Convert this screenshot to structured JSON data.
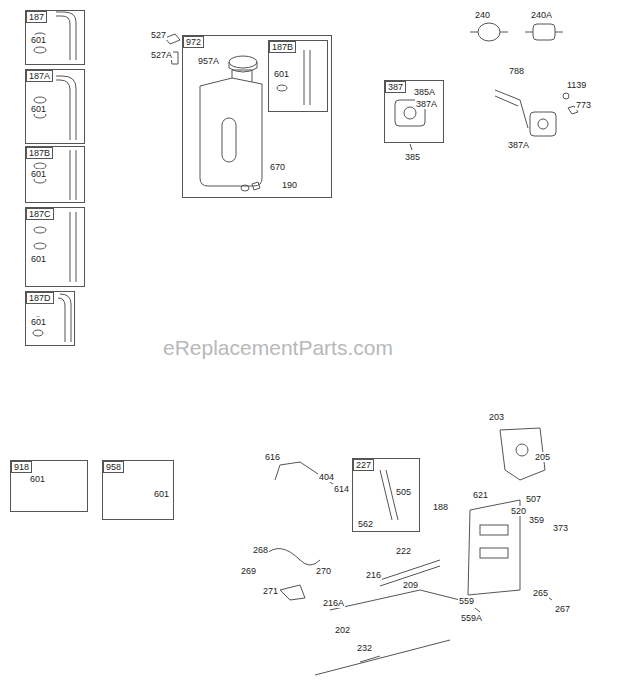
{
  "diagram": {
    "nodes": [
      {
        "text": [
          "187",
          "601"
        ]
      },
      {
        "text": [
          "187A",
          "601"
        ]
      },
      {
        "text": [
          "187B",
          "601"
        ]
      },
      {
        "text": [
          "187C",
          "601"
        ]
      },
      {
        "text": [
          "187D",
          "601"
        ]
      },
      {
        "text": [
          "972",
          "957A",
          "670",
          "190"
        ]
      },
      {
        "text": [
          "187B",
          "601"
        ],
        "in": 5
      },
      {
        "text": [
          "387",
          "385A",
          "387A"
        ]
      },
      {
        "text": [
          "227",
          "505",
          "562"
        ]
      },
      {
        "text": [
          "918",
          "601"
        ]
      },
      {
        "text": [
          "958",
          "601"
        ]
      }
    ],
    "edges": [],
    "labels": [
      "527",
      "527A",
      "240",
      "240A",
      "788",
      "1139",
      "773",
      "387A",
      "385",
      "eReplacementParts.com",
      "203",
      "205",
      "616",
      "404",
      "614",
      "621",
      "507",
      "520",
      "359",
      "373",
      "188",
      "222",
      "268",
      "269",
      "271",
      "270",
      "216",
      "209",
      "216A",
      "265",
      "267",
      "559",
      "559A",
      "202",
      "232"
    ]
  }
}
